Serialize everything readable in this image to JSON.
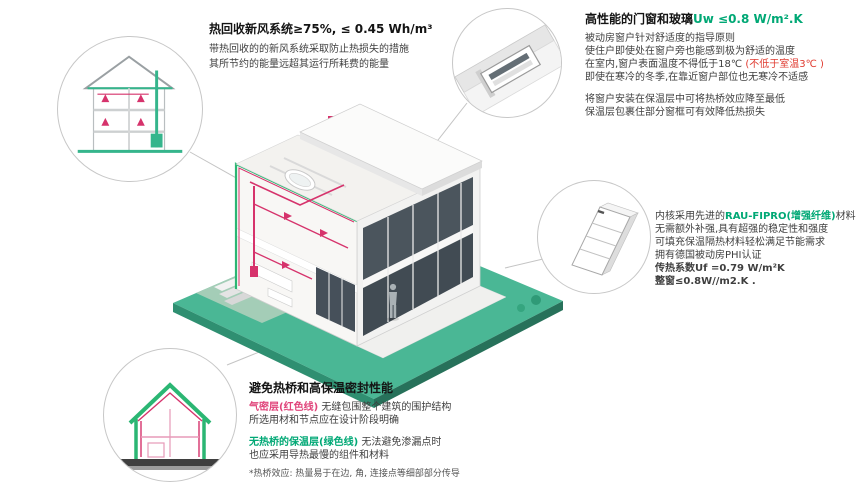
{
  "colors": {
    "accent_green": "#00a875",
    "duct_red": "#d6336c",
    "warning_red": "#e03a2f",
    "airtight_pink": "#e0457b",
    "platform_teal": "#4ab795",
    "glass_dark": "#4a545c",
    "text": "#3f3f3f"
  },
  "callouts": {
    "ventilation": {
      "title": "热回收新风系统≥75%, ≤ 0.45 Wh/m³",
      "line1": "带热回收的的新风系统采取防止热损失的措施",
      "line2": "其所节约的能量远超其运行所耗费的能量"
    },
    "windows": {
      "title_black": "高性能的门窗和玻璃",
      "title_green": "Uw ≤0.8 W/m².K",
      "line1": "被动房窗户针对舒适度的指导原则",
      "line2": "使住户即使处在窗户旁也能感到极为舒适的温度",
      "line3_black": "在室内,窗户表面温度不得低于18℃ ",
      "line3_red": "(不低于室温3℃ )",
      "line4": "即使在寒冷的冬季,在靠近窗户部位也无寒冷不适感",
      "line5": "将窗户安装在保温层中可将热桥效应降至最低",
      "line6": "保温层包裹住部分窗框可有效降低热损失"
    },
    "profile": {
      "line1_pre": "内核采用先进的",
      "line1_green": "RAU-FIPRO(增强纤维)",
      "line1_post": "材料",
      "line2": "无需额外补强,具有超强的稳定性和强度",
      "line3": "可填充保温隔热材料轻松满足节能需求",
      "line4": "拥有德国被动房PHI认证",
      "line5": "传热系数Uf =0.79 W/m²K",
      "line6": "整窗≤0.8W//m2.K ."
    },
    "insulation": {
      "title": "避免热桥和高保温密封性能",
      "line1_red": "气密层(红色线)",
      "line1_rest": " 无缝包围整个建筑的围护结构",
      "line2": "所选用材和节点应在设计阶段明确",
      "line3_green": "无热桥的保温层(绿色线)",
      "line3_rest": " 无法避免渗漏点时",
      "line4": "也应采用导热最慢的组件和材料",
      "footnote": "*热桥效应: 热量易于在边, 角, 连接点等细部部分传导"
    }
  }
}
